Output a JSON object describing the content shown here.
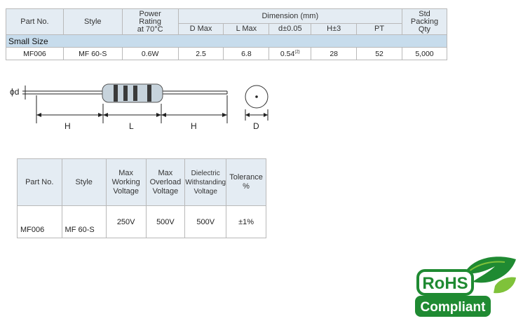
{
  "spec_table": {
    "headers": {
      "part_no": "Part No.",
      "style": "Style",
      "power_rating_l1": "Power",
      "power_rating_l2": "Rating",
      "power_rating_l3": "at 70°C",
      "dimension_group": "Dimension (mm)",
      "d_max": "D Max",
      "l_max": "L Max",
      "d_tol": "d±0.05",
      "h_tol": "H±3",
      "pt": "PT",
      "std_packing_l1": "Std",
      "std_packing_l2": "Packing",
      "std_packing_l3": "Qty"
    },
    "section_label": "Small Size",
    "row": {
      "part_no": "MF006",
      "style": "MF 60-S",
      "power": "0.6W",
      "d_max": "2.5",
      "l_max": "6.8",
      "d": "0.54",
      "d_note": "(2)",
      "h": "28",
      "pt": "52",
      "qty": "5,000"
    }
  },
  "diagram": {
    "phi_d_label": "ϕd",
    "h_left_label": "H",
    "l_label": "L",
    "h_right_label": "H",
    "d_label": "D",
    "band_colors": [
      "#3a3a3a",
      "#3a3a3a",
      "#3a3a3a",
      "#3a3a3a"
    ],
    "body_color": "#c7d3dc"
  },
  "voltage_table": {
    "headers": {
      "part_no": "Part No.",
      "style": "Style",
      "max_working_l1": "Max",
      "max_working_l2": "Working",
      "max_working_l3": "Voltage",
      "max_overload_l1": "Max",
      "max_overload_l2": "Overload",
      "max_overload_l3": "Voltage",
      "dielectric_l1": "Dielectric",
      "dielectric_l2": "Withstanding",
      "dielectric_l3": "Voltage",
      "tolerance_l1": "Tolerance",
      "tolerance_l2": "%"
    },
    "row": {
      "part_no": "MF006",
      "style": "MF 60-S",
      "max_working": "250V",
      "max_overload": "500V",
      "dielectric": "500V",
      "tolerance": "±1%"
    }
  },
  "logo": {
    "line1": "RoHS",
    "line2": "Compliant",
    "green": "#1f8a32",
    "leaf_light": "#7fc23a"
  }
}
